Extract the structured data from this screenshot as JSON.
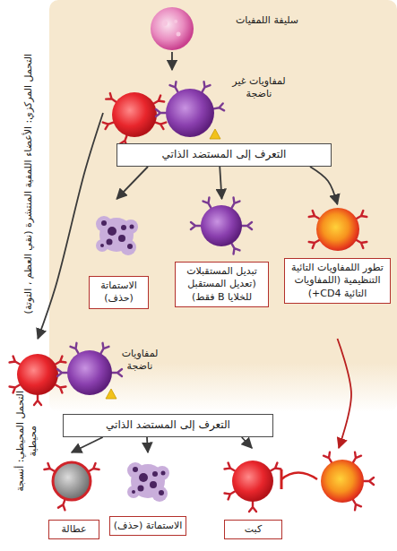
{
  "diagram": {
    "nodes": [
      {
        "text": [
          "سليفة اللمفيات"
        ]
      },
      {
        "text": [
          "لمفاويات غير ناضجة"
        ]
      },
      {
        "text": [
          "التعرف إلى المستضد الذاتي"
        ]
      },
      {
        "text": [
          "الاستماتة (حذف)"
        ]
      },
      {
        "text": [
          "تبديل المستقبلات (تعديل المستقبل للخلايا B فقط)"
        ]
      },
      {
        "text": [
          "تطور اللمفاويات التائية التنظيمية (اللمفاويات التائية CD4+)"
        ]
      },
      {
        "text": [
          "لمفاويات ناضجة"
        ]
      },
      {
        "text": [
          "التعرف إلى المستضد الذاتي"
        ]
      },
      {
        "text": [
          "عطالة"
        ]
      },
      {
        "text": [
          "الاستماتة (حذف)"
        ]
      },
      {
        "text": [
          "كبت"
        ]
      }
    ],
    "edges": [
      {
        "from": 0,
        "to": 1,
        "arrow": "to"
      },
      {
        "from": 1,
        "to": 6,
        "arrow": "to"
      },
      {
        "from": 2,
        "to": 3,
        "arrow": "to"
      },
      {
        "from": 2,
        "to": 4,
        "arrow": "to"
      },
      {
        "from": 2,
        "to": 5,
        "arrow": "to"
      },
      {
        "from": 5,
        "to": 10,
        "arrow": "to"
      },
      {
        "from": 7,
        "to": 8,
        "arrow": "to"
      },
      {
        "from": 7,
        "to": 9,
        "arrow": "to"
      },
      {
        "from": 7,
        "to": 10,
        "arrow": "to"
      }
    ],
    "labels": [
      "التحمل المركزي: الأعضاء اللمفية المنتشرة (نقي العظم ، التوتة)",
      "التحمل المحيطي: أنسجة محيطية"
    ]
  }
}
